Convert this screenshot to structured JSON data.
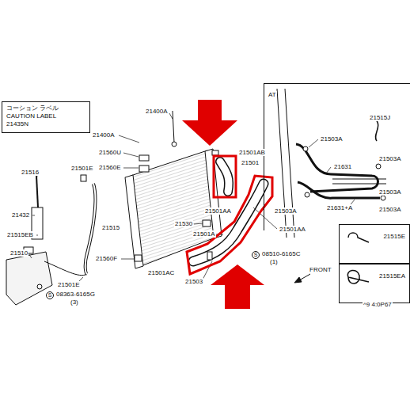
{
  "diagram": {
    "nodes": [
      {
        "text": [
          "コーション ラベル",
          "CAUTION LABEL",
          "21435N"
        ]
      },
      {
        "text": [
          "AT"
        ]
      },
      {
        "text": [
          "21515E"
        ]
      },
      {
        "text": [
          "21515EA"
        ]
      }
    ],
    "labels": [
      "21400A",
      "21400A",
      "21560U",
      "21560E",
      "21516",
      "21501E",
      "21501AB",
      "21501",
      "21432",
      "21515EB",
      "21515",
      "21530",
      "21501A",
      "21501AA",
      "21501AA",
      "21510",
      "21560F",
      "21501AC",
      "S",
      "08510-6165C",
      "(1)",
      "21503",
      "21501E",
      "S",
      "08363-6165G",
      "(3)",
      "21515J",
      "21503A",
      "21503A",
      "21631",
      "21503A",
      "21503A",
      "21631+A",
      "21503A",
      "FRONT",
      "^9 4:0P67"
    ]
  }
}
